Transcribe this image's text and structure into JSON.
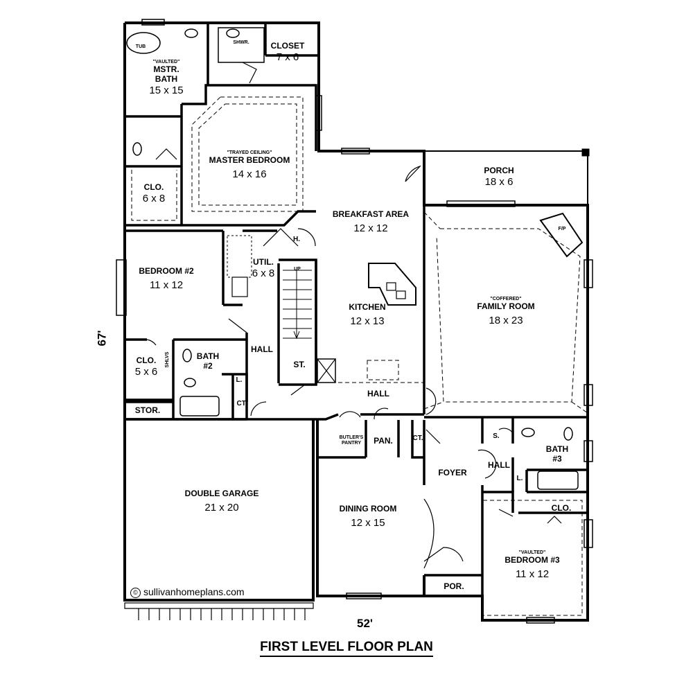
{
  "title": "FIRST LEVEL FLOOR PLAN",
  "website": "sullivanhomeplans.com",
  "dimensions": {
    "width": "52'",
    "depth": "67'"
  },
  "rooms": {
    "closet": {
      "name": "CLOSET",
      "size": "7 x 6"
    },
    "mstr_bath": {
      "note": "\"VAULTED\"",
      "name": "MSTR. BATH",
      "size": "15 x 15"
    },
    "tub": {
      "name": "TUB"
    },
    "shwr": {
      "name": "SHWR."
    },
    "master_bedroom": {
      "note": "\"TRAYED CEILING\"",
      "name": "MASTER BEDROOM",
      "size": "14 x 16"
    },
    "master_clo": {
      "name": "CLO.",
      "size": "6 x 8"
    },
    "porch": {
      "name": "PORCH",
      "size": "18 x 6"
    },
    "breakfast": {
      "name": "BREAKFAST AREA",
      "size": "12 x 12"
    },
    "fp": {
      "name": "F/P"
    },
    "h": {
      "name": "H."
    },
    "util": {
      "name": "UTIL.",
      "size": "6 x 8"
    },
    "up": {
      "name": "UP"
    },
    "bedroom2": {
      "name": "BEDROOM #2",
      "size": "11 x 12"
    },
    "kitchen": {
      "name": "KITCHEN",
      "size": "12 x 13"
    },
    "family": {
      "note": "\"COFFERED\"",
      "name": "FAMILY ROOM",
      "size": "18 x 23"
    },
    "hall_upper": {
      "name": "HALL"
    },
    "clo2": {
      "name": "CLO.",
      "size": "5 x 6"
    },
    "shlvs": {
      "name": "SHLVS"
    },
    "bath2": {
      "name": "BATH",
      "num": "#2"
    },
    "l_upper": {
      "name": "L."
    },
    "ct_upper": {
      "name": "CT."
    },
    "st": {
      "name": "ST."
    },
    "hall_mid": {
      "name": "HALL"
    },
    "stor": {
      "name": "STOR."
    },
    "butlers": {
      "name": "BUTLER'S PANTRY"
    },
    "pan": {
      "name": "PAN."
    },
    "ct_mid": {
      "name": "CT."
    },
    "s": {
      "name": "S."
    },
    "bath3": {
      "name": "BATH",
      "num": "#3"
    },
    "hall_right": {
      "name": "HALL"
    },
    "l_right": {
      "name": "L."
    },
    "foyer": {
      "name": "FOYER"
    },
    "garage": {
      "name": "DOUBLE GARAGE",
      "size": "21 x 20"
    },
    "dining": {
      "name": "DINING ROOM",
      "size": "12 x 15"
    },
    "clo3": {
      "name": "CLO."
    },
    "bedroom3": {
      "note": "\"VAULTED\"",
      "name": "BEDROOM #3",
      "size": "11 x 12"
    },
    "por": {
      "name": "POR."
    }
  }
}
